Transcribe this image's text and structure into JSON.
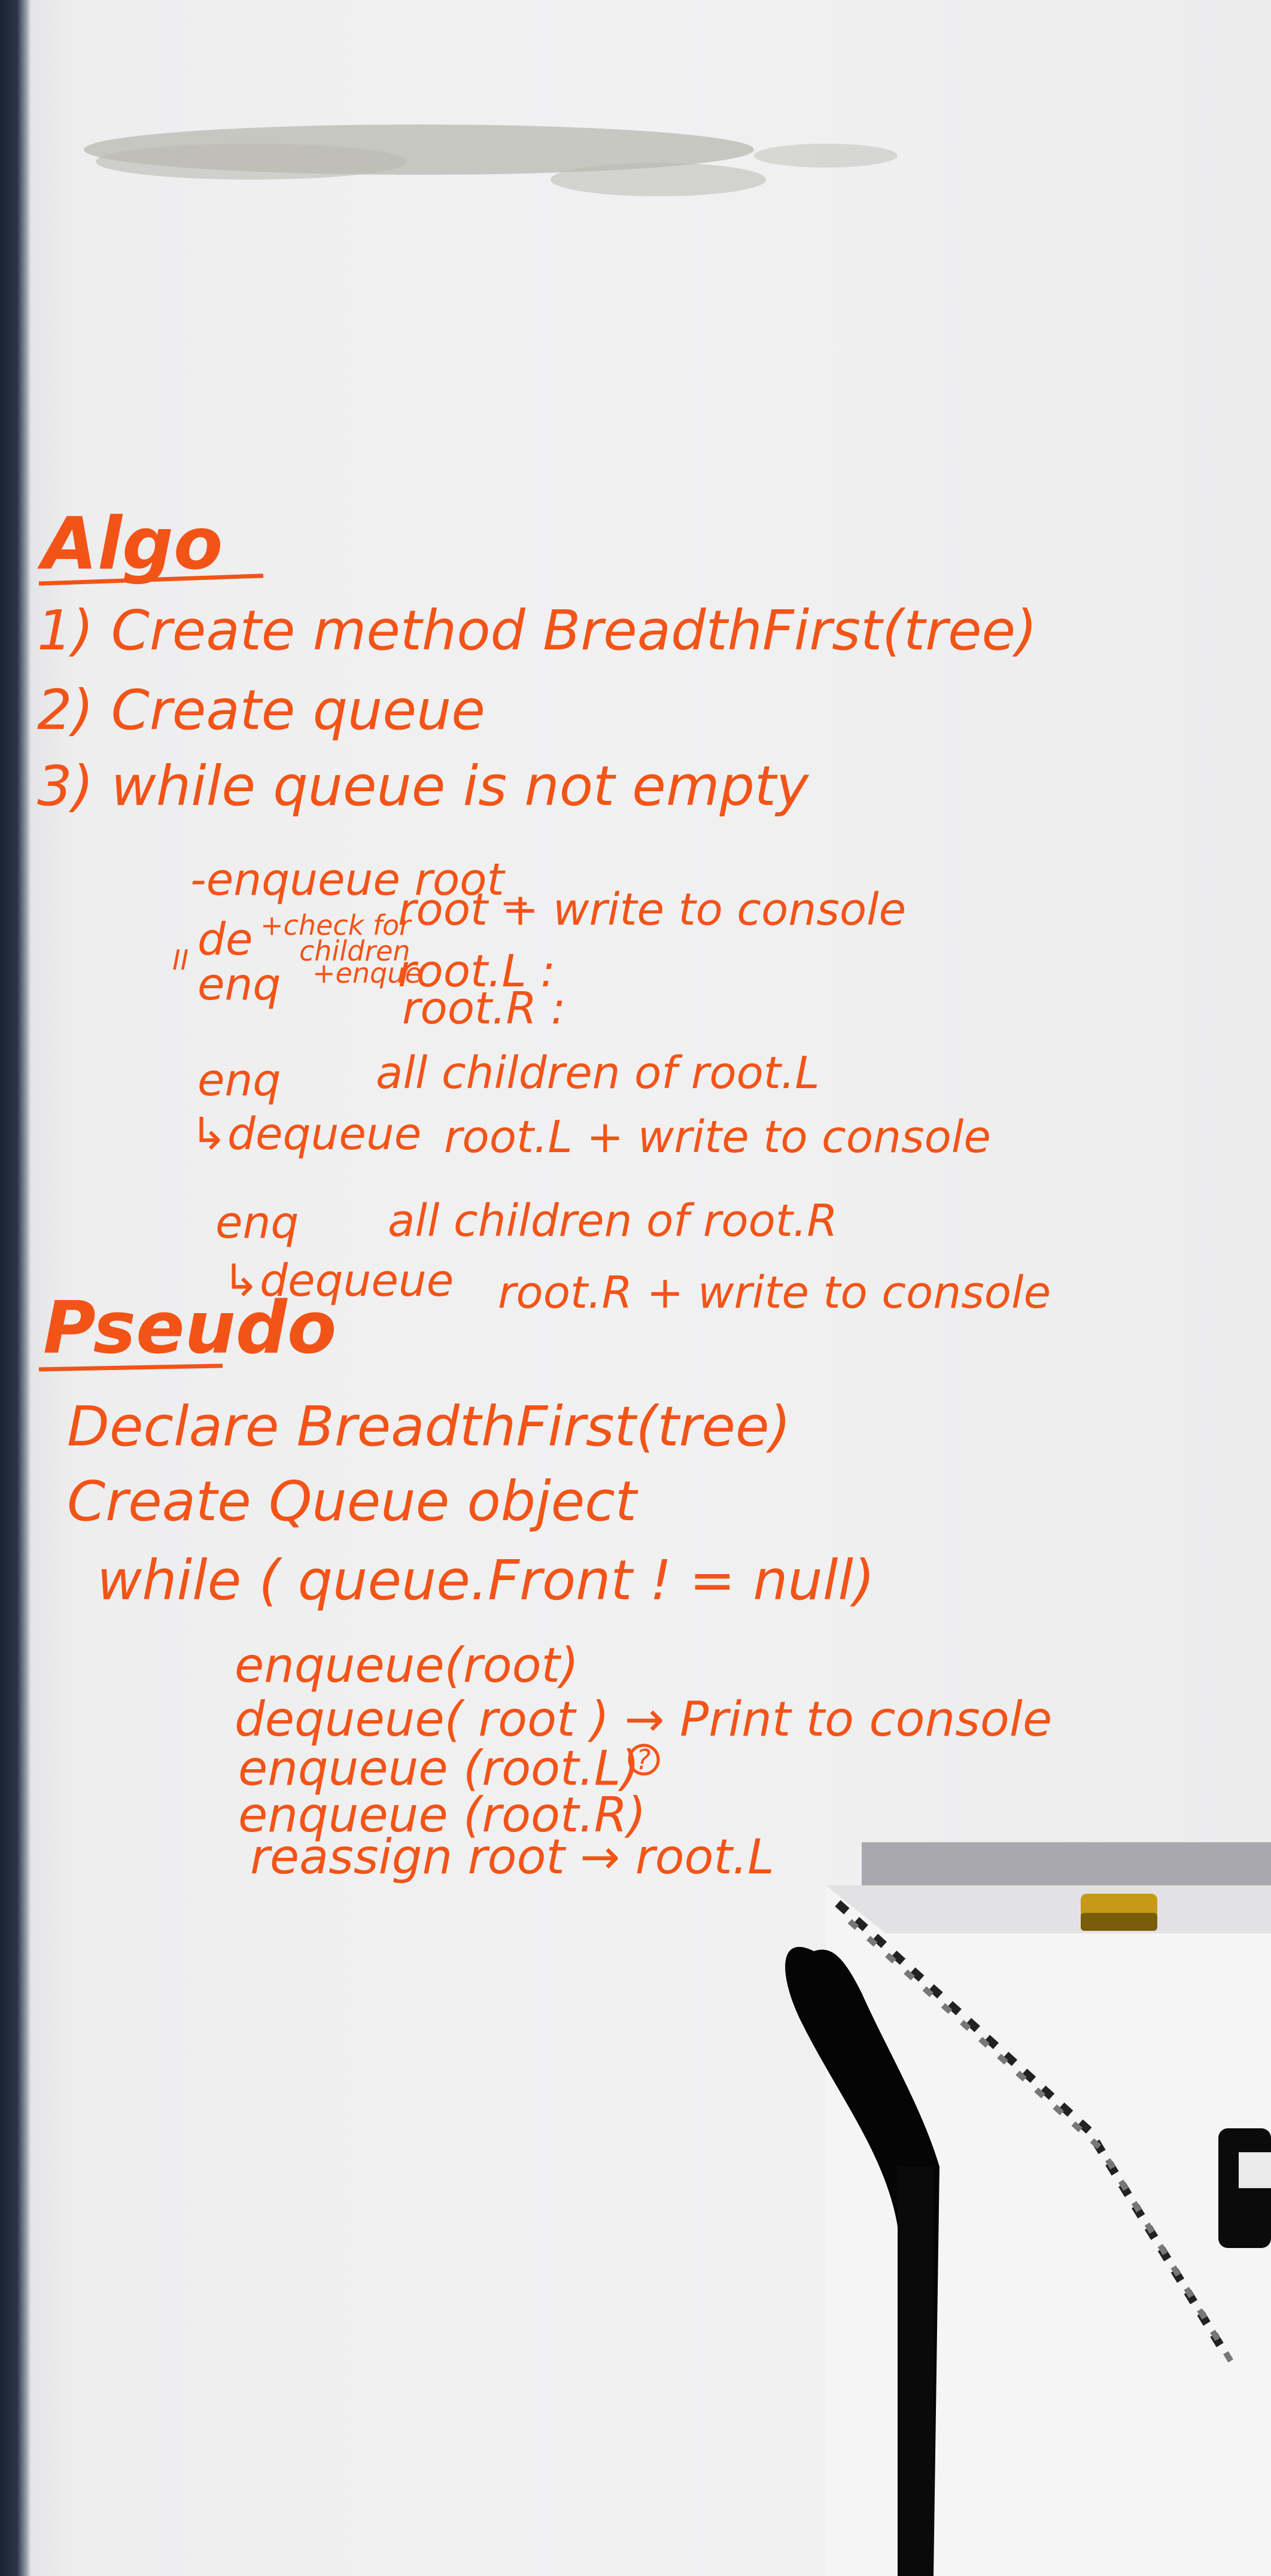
{
  "board": {
    "algo": {
      "heading": "Algo",
      "steps": [
        "1) Create method   BreadthFirst(tree)",
        "2) Create queue",
        "3) while  queue  is  not empty"
      ],
      "block1": {
        "enqueue_root": "-enqueue  root_",
        "dequeue_line": "de",
        "dequeue_note": "+check for",
        "children_note": "children",
        "print_root": "root  + write to console",
        "side_mark": "II",
        "enq_label": "enq",
        "enqueue_note": "+enque",
        "root_l": "root.L :",
        "root_r": "root.R :"
      },
      "block2": {
        "enq": "enq",
        "desc": "all  children  of  root.L",
        "deq_label": "↳dequeue",
        "deq_desc": "root.L  + write  to  console"
      },
      "block3": {
        "enq": "enq",
        "desc": "all  children  of root.R",
        "deq_label": "↳dequeue",
        "deq_desc": "root.R  +  write  to  console"
      }
    },
    "pseudo": {
      "heading": "Pseudo",
      "lines": [
        "Declare   BreadthFirst(tree)",
        "Create    Queue  object",
        "while ( queue.Front ! = null)"
      ],
      "body": [
        "enqueue(root)",
        "dequeue( root )  → Print  to console",
        "enqueue (root.L)",
        "enqueue (root.R)",
        "reassign  root → root.L"
      ],
      "circled_mark": "?"
    }
  }
}
